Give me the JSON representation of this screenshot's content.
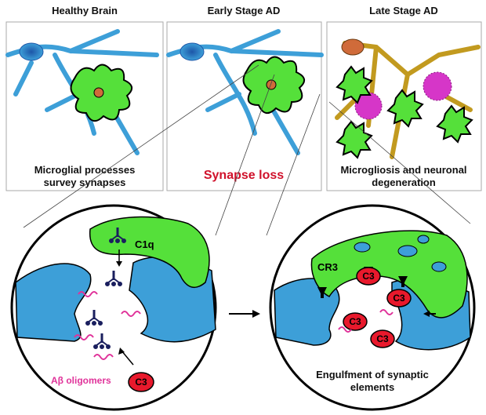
{
  "panels": {
    "healthy": {
      "title": "Healthy Brain",
      "caption_line1": "Microglial processes",
      "caption_line2": "survey synapses"
    },
    "early": {
      "title": "Early Stage AD",
      "caption": "Synapse loss"
    },
    "late": {
      "title": "Late Stage AD",
      "caption_line1": "Microgliosis and neuronal",
      "caption_line2": "degeneration"
    }
  },
  "left_zoom": {
    "c1q_label": "C1q",
    "abeta_label": "Aβ oligomers",
    "c3_label": "C3"
  },
  "right_zoom": {
    "cr3_label": "CR3",
    "c3_label": "C3",
    "caption_line1": "Engulfment of synaptic",
    "caption_line2": "elements"
  },
  "colors": {
    "microglia": "#55e03a",
    "neuron": "#3d9fd8",
    "plaque": "#d636c8",
    "c3": "#e8192c",
    "caption_red": "#d0112b",
    "outline": "#000000"
  }
}
